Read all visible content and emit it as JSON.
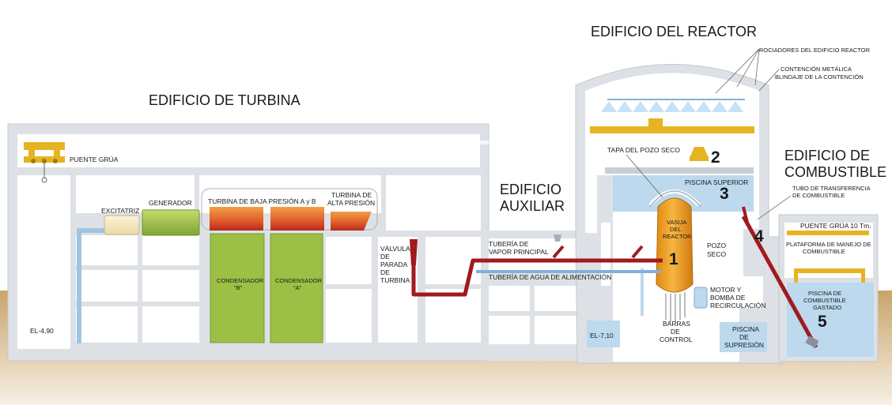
{
  "buildings": {
    "turbine": "EDIFICIO DE TURBINA",
    "reactor": "EDIFICIO DEL REACTOR",
    "fuel_line1": "EDIFICIO DE",
    "fuel_line2": "COMBUSTIBLE",
    "aux_line1": "EDIFICIO",
    "aux_line2": "AUXILIAR"
  },
  "labels": {
    "crane": "PUENTE GRÚA",
    "exciter": "EXCITATRIZ",
    "generator": "GENERADOR",
    "lp_turbine": "TURBINA DE BAJA PRESIÓN A y B",
    "hp_turbine_1": "TURBINA DE",
    "hp_turbine_2": "ALTA PRESIÓN",
    "cond_b_1": "CONDENSADOR",
    "cond_b_2": "\"B\"",
    "cond_a_1": "CONDENSADOR",
    "cond_a_2": "\"A\"",
    "el_turbine": "EL-4,90",
    "valve_1": "VÁLVULA",
    "valve_2": "DE",
    "valve_3": "PARADA",
    "valve_4": "DE",
    "valve_5": "TURBINA",
    "steam_1": "TUBERÍA DE",
    "steam_2": "VAPOR PRINCIPAL",
    "feedwater": "TUBERÍA DE AGUA DE ALIMENTACIÓN",
    "el_reactor": "EL-7,10",
    "sprinklers": "ROCIADORES DEL EDIFICIO REACTOR",
    "containment_1": "CONTENCIÓN METÁLICA",
    "containment_2": "BLINDAJE DE LA CONTENCIÓN",
    "drywell_head": "TAPA DEL POZO SECO",
    "upper_pool": "PISCINA SUPERIOR",
    "vessel_1": "VASIJA",
    "vessel_2": "DEL",
    "vessel_3": "REACTOR",
    "drywell_1": "POZO",
    "drywell_2": "SECO",
    "pump_1": "MOTOR Y",
    "pump_2": "BOMBA DE",
    "pump_3": "RECIRCULACIÓN",
    "rods_1": "BARRAS",
    "rods_2": "DE",
    "rods_3": "CONTROL",
    "suppression_1": "PISCINA",
    "suppression_2": "DE",
    "suppression_3": "SUPRESIÓN",
    "transfer_1": "TUBO DE TRANSFERENCIA",
    "transfer_2": "DE COMBUSTIBLE",
    "fuel_crane": "PUENTE GRÚA 10 Tm.",
    "platform_1": "PLATAFORMA DE MANEJO DE",
    "platform_2": "COMBUSTIBLE",
    "spent_pool_1": "PISCINA DE",
    "spent_pool_2": "COMBUSTIBLE",
    "spent_pool_3": "GASTADO"
  },
  "numbers": {
    "n1": "1",
    "n2": "2",
    "n3": "3",
    "n4": "4",
    "n5": "5"
  },
  "colors": {
    "structure": "#dde1e6",
    "water": "#bcd9ee",
    "ground": "#c9a46a",
    "condenser": "#9cbf46",
    "steam_pipe": "#a01a1f",
    "feed_pipe": "#7fb2db",
    "vessel": "#f0a020",
    "crane": "#e6b422"
  }
}
